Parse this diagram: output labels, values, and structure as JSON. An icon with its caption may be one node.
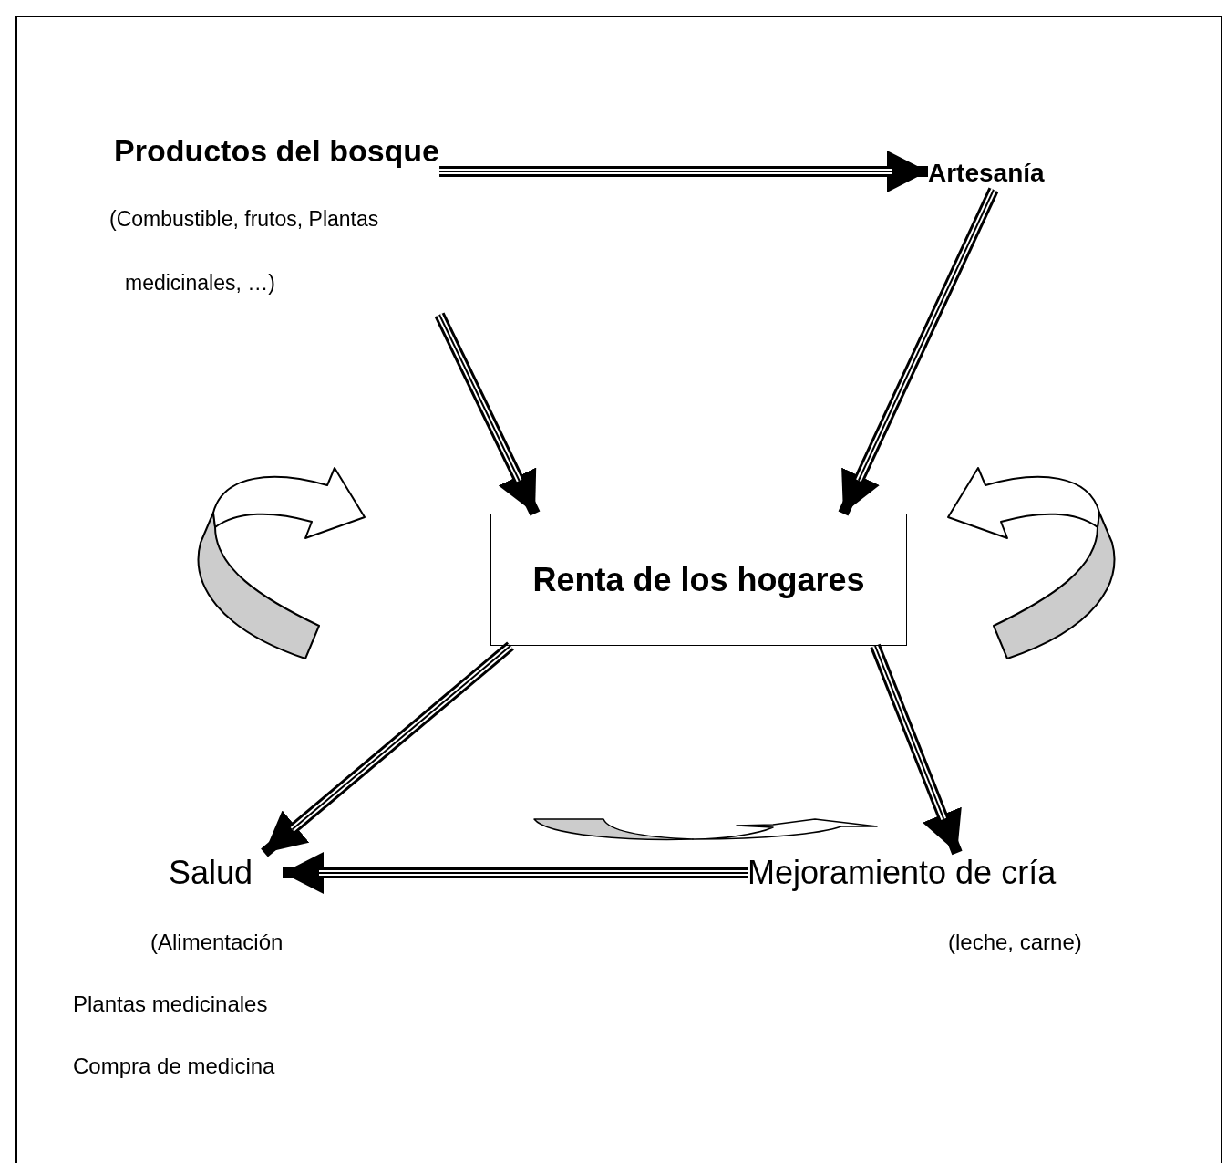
{
  "diagram": {
    "nodes": [
      {
        "text": [
          "Productos del bosque",
          "(Combustible, frutos, Plantas medicinales, …)"
        ]
      },
      {
        "text": [
          "Artesanía"
        ]
      },
      {
        "text": [
          "Renta de los hogares"
        ]
      },
      {
        "text": [
          "Salud",
          "(Alimentación Plantas medicinales Compra de medicina"
        ]
      },
      {
        "text": [
          "Mejoramiento de cría",
          "(leche, carne)"
        ]
      }
    ],
    "edges": [
      {
        "from": 0,
        "to": 2,
        "arrow": "to"
      },
      {
        "from": 0,
        "to": 1,
        "arrow": "to"
      },
      {
        "from": 1,
        "to": 2,
        "arrow": "to"
      },
      {
        "from": 2,
        "to": 3,
        "arrow": "to"
      },
      {
        "from": 2,
        "to": 4,
        "arrow": "to"
      },
      {
        "from": 4,
        "to": 3,
        "arrow": "to"
      }
    ]
  }
}
